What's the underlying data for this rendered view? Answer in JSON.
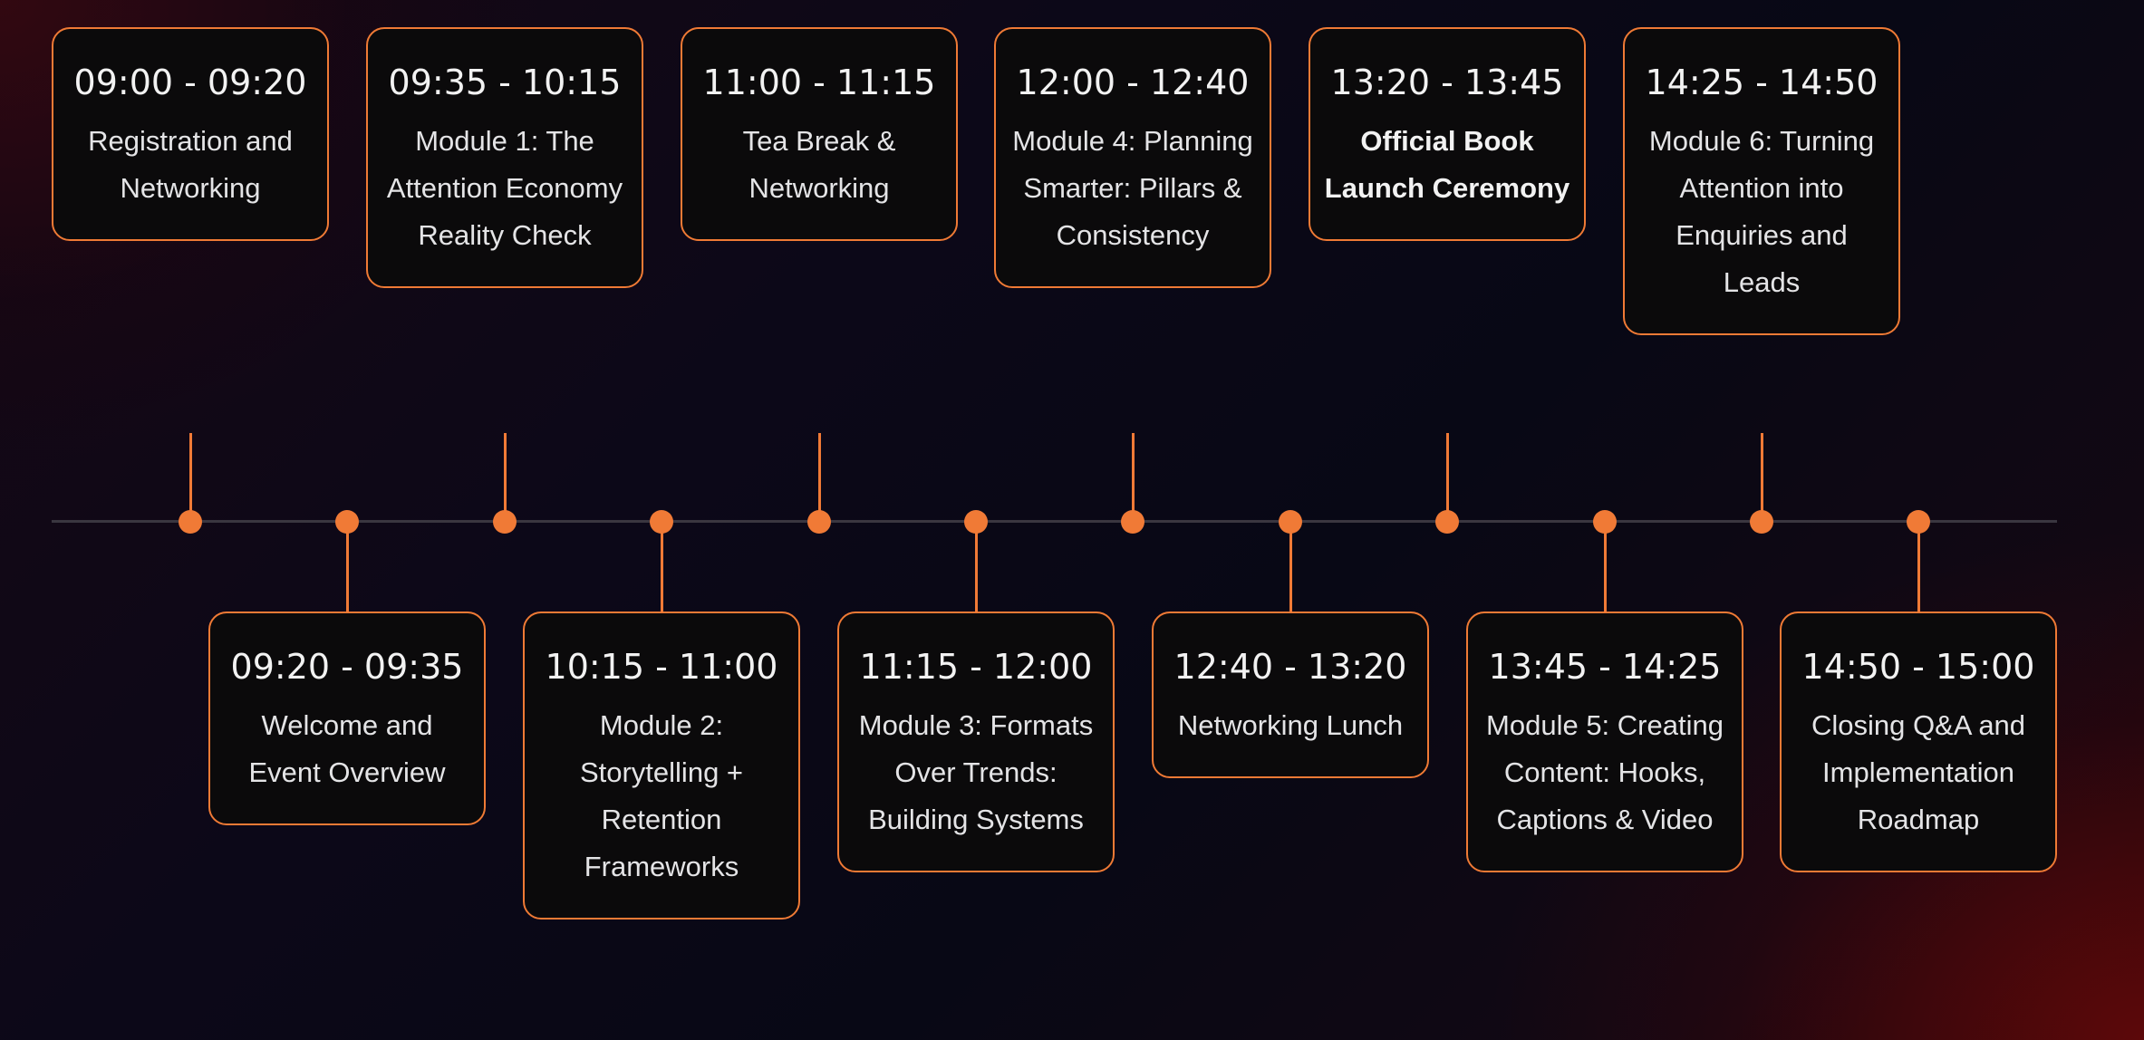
{
  "colors": {
    "accent": "#ef7a35",
    "card_background": "#0b0a0b",
    "axis_line": "#3a3640",
    "text": "#e9e9ea"
  },
  "sessions": [
    {
      "time": "09:00 - 09:20",
      "title": "Registration and Networking",
      "bold": false,
      "side": "top"
    },
    {
      "time": "09:20 - 09:35",
      "title": "Welcome and Event Overview",
      "bold": false,
      "side": "bottom"
    },
    {
      "time": "09:35 - 10:15",
      "title": "Module 1: The Attention Economy Reality Check",
      "bold": false,
      "side": "top"
    },
    {
      "time": "10:15 - 11:00",
      "title": "Module 2: Storytelling + Retention Frameworks",
      "bold": false,
      "side": "bottom"
    },
    {
      "time": "11:00 - 11:15",
      "title": "Tea Break & Networking",
      "bold": false,
      "side": "top"
    },
    {
      "time": "11:15 - 12:00",
      "title": "Module 3: Formats Over Trends: Building Systems",
      "bold": false,
      "side": "bottom"
    },
    {
      "time": "12:00 - 12:40",
      "title": "Module 4: Planning Smarter: Pillars & Consistency",
      "bold": false,
      "side": "top"
    },
    {
      "time": "12:40 - 13:20",
      "title": "Networking Lunch",
      "bold": false,
      "side": "bottom"
    },
    {
      "time": "13:20 - 13:45",
      "title": "Official Book Launch Ceremony",
      "bold": true,
      "side": "top"
    },
    {
      "time": "13:45 - 14:25",
      "title": "Module 5: Creating Content: Hooks, Captions & Video",
      "bold": false,
      "side": "bottom"
    },
    {
      "time": "14:25 - 14:50",
      "title": "Module 6: Turning Attention into Enquiries and Leads",
      "bold": false,
      "side": "top"
    },
    {
      "time": "14:50 - 15:00",
      "title": "Closing Q&A and Implementation Roadmap",
      "bold": false,
      "side": "bottom"
    }
  ]
}
